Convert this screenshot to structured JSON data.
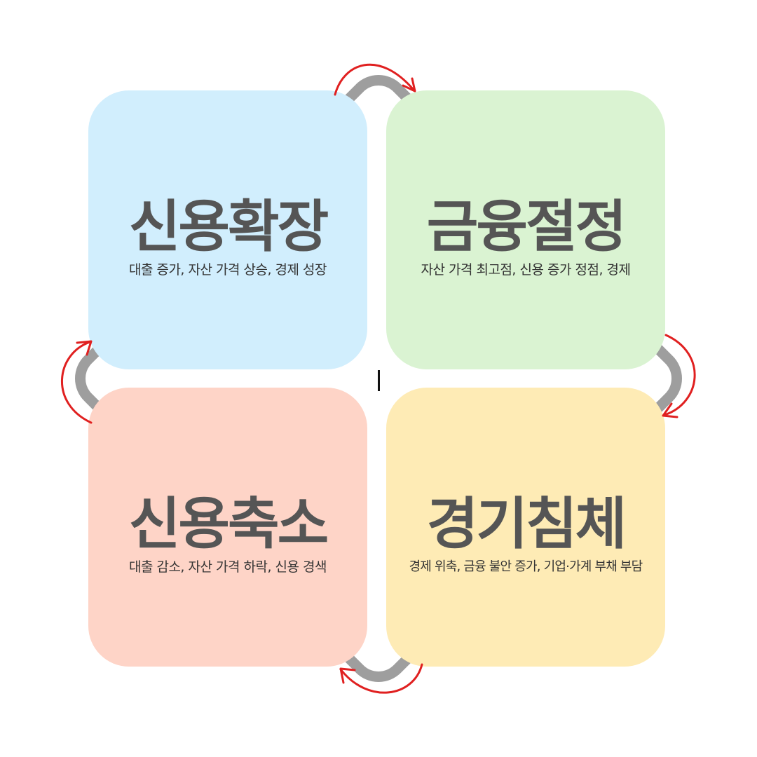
{
  "colors": {
    "frame": "#9e9e9e",
    "arrow": "#e02020",
    "expansion_bg": "#d1eefd",
    "peak_bg": "#daf3d2",
    "contraction_bg": "#fed4c7",
    "recession_bg": "#feebb5",
    "title_text": "#555555",
    "desc_text": "#333333"
  },
  "cycle": {
    "expansion": {
      "title": "신용확장",
      "desc": "대출 증가, 자산 가격 상승, 경제 성장"
    },
    "peak": {
      "title": "금융절정",
      "desc": "자산 가격 최고점, 신용 증가 정점, 경제"
    },
    "recession": {
      "title": "경기침체",
      "desc": "경제 위축, 금융 불안 증가, 기업·가계 부채 부담"
    },
    "contraction": {
      "title": "신용축소",
      "desc": "대출 감소, 자산 가격 하락, 신용 경색"
    }
  },
  "arrows": [
    {
      "from": "expansion",
      "to": "peak"
    },
    {
      "from": "peak",
      "to": "recession"
    },
    {
      "from": "recession",
      "to": "contraction"
    },
    {
      "from": "contraction",
      "to": "expansion"
    }
  ]
}
